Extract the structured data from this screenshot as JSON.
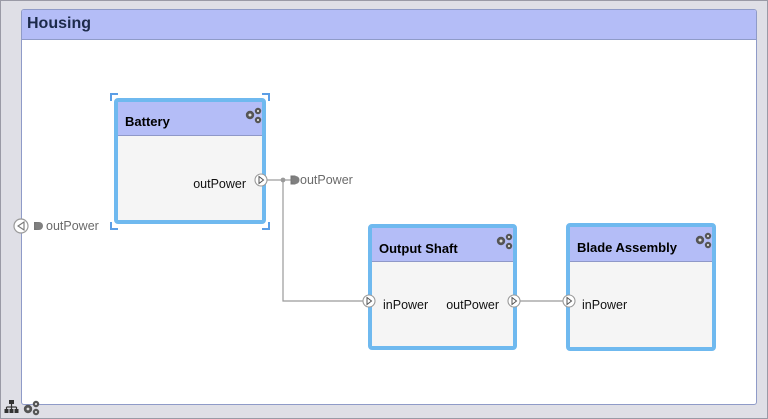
{
  "housing": {
    "title": "Housing"
  },
  "components": {
    "battery": {
      "name": "Battery",
      "port_out": "outPower",
      "port_out_ext": "outPower"
    },
    "output_shaft": {
      "name": "Output Shaft",
      "port_in": "inPower",
      "port_out": "outPower"
    },
    "blade_assembly": {
      "name": "Blade Assembly",
      "port_in": "inPower"
    }
  },
  "root_port": {
    "label": "outPower"
  },
  "icons": {
    "component_icon": "gear-cluster-icon",
    "hierarchy_icon": "hierarchy-icon"
  },
  "colors": {
    "header": "#b4bdf7",
    "selection": "#6fb9ef",
    "wire": "#9a9a9a",
    "background": "#ffffff"
  }
}
